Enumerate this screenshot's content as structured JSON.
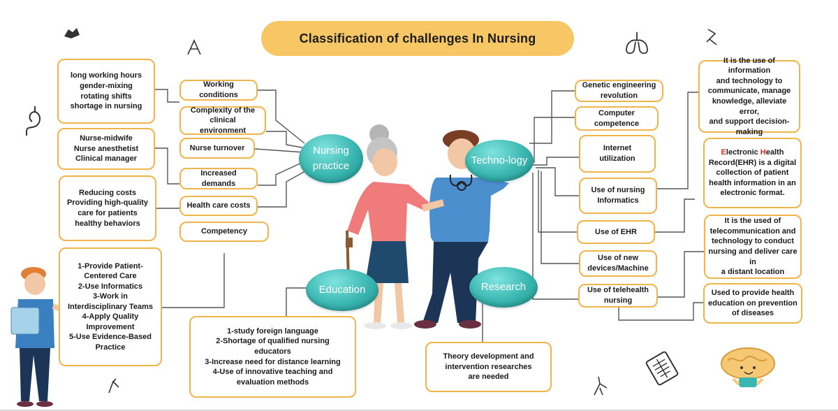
{
  "title": "Classification of challenges In Nursing",
  "hubs": {
    "nursing_practice": "Nursing\npractice",
    "technology": "Techno-logy",
    "education": "Education",
    "research": "Research"
  },
  "nursing_practice": {
    "working_conditions": "Working conditions",
    "complexity": "Complexity of the clinical\nenvironment",
    "turnover": "Nurse turnover",
    "increased_demands": "Increased demands",
    "health_care_costs": "Health care costs",
    "competency": "Competency"
  },
  "left_notes": {
    "working": "long  working hours\ngender-mixing\nrotating shifts\nshortage in nursing",
    "roles": "Nurse-midwife\nNurse anesthetist\nClinical manager",
    "costs": "Reducing costs\nProviding high-quality\ncare for patients\nhealthy  behaviors",
    "competencies": "1-Provide Patient-\nCentered Care\n2-Use Informatics\n3-Work in\nInterdisciplinary Teams\n4-Apply Quality\nImprovement\n5-Use Evidence-Based\nPractice"
  },
  "education": {
    "items": "1-study foreign language\n2-Shortage of qualified nursing\neducators\n3-Increase need for distance learning\n4-Use of innovative teaching and\nevaluation  methods"
  },
  "research": {
    "items": "Theory development and\nintervention  researches\nare needed"
  },
  "technology": {
    "genetic": "Genetic engineering\nrevolution",
    "computer": "Computer\ncompetence",
    "internet": "Internet\nutilization",
    "informatics": "Use of nursing\nInformatics",
    "ehr": "Use of EHR",
    "devices": "Use of new\ndevices/Machine",
    "telehealth": "Use of telehealth\nnursing"
  },
  "right_notes": {
    "informatics_def": "It is the use of information\nand technology to\ncommunicate, manage\nknowledge,  alleviate error,\nand support decision-\nmaking",
    "ehr_def_rest": "Record(EHR) is a digital\ncollection of patient\nhealth information in an\nelectronic format.",
    "ehr_e": "E",
    "ehr_lectronic": "lectronic ",
    "ehr_h": "H",
    "ehr_ealth": "ealth",
    "telehealth_def": "It is the used of\ntelecommunication and\ntechnology to conduct\nnursing and deliver care in\na distant  location",
    "prevention_def": "Used to provide health\neducation on prevention\nof    diseases"
  },
  "colors": {
    "box_border": "#f0b44a",
    "title_fill": "#f7c766",
    "bubble": "#3ab6b0",
    "line": "#555555"
  }
}
